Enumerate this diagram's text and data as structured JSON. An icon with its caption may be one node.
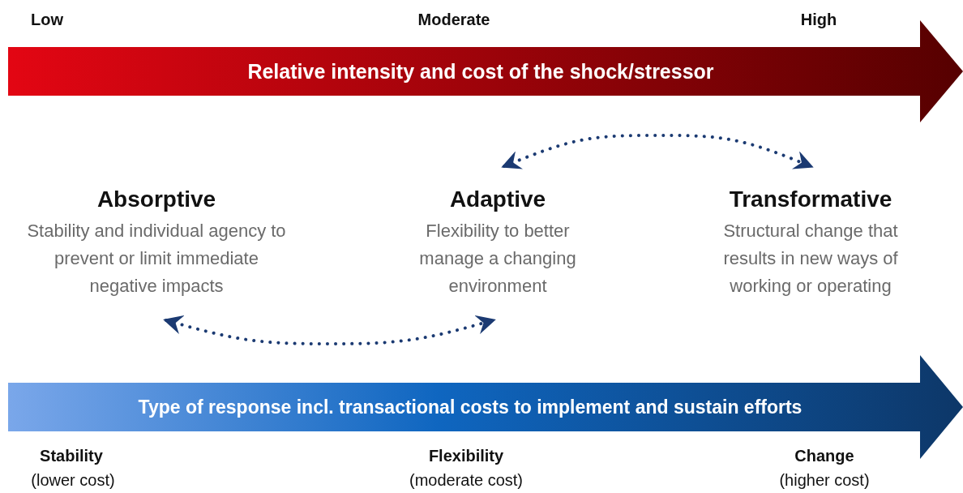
{
  "diagram": {
    "nodes": [
      {
        "text": [
          "Relative intensity and cost of the shock/stressor"
        ]
      },
      {
        "text": [
          "Absorptive",
          "Stability and individual agency to prevent or limit immediate negative impacts"
        ]
      },
      {
        "text": [
          "Adaptive",
          "Flexibility to better manage a changing environment"
        ]
      },
      {
        "text": [
          "Transformative",
          "Structural change that results in new ways of working or operating"
        ]
      },
      {
        "text": [
          "Type of response incl. transactional costs to implement and sustain efforts"
        ]
      }
    ],
    "edges": [
      {
        "from": 2,
        "to": 3,
        "arrow": "both",
        "style": "dashed"
      },
      {
        "from": 1,
        "to": 2,
        "arrow": "both",
        "style": "dashed"
      }
    ],
    "labels": [
      "Low",
      "Moderate",
      "High",
      "Stability",
      "(lower cost)",
      "Flexibility",
      "(moderate cost)",
      "Change",
      "(higher cost)"
    ]
  }
}
